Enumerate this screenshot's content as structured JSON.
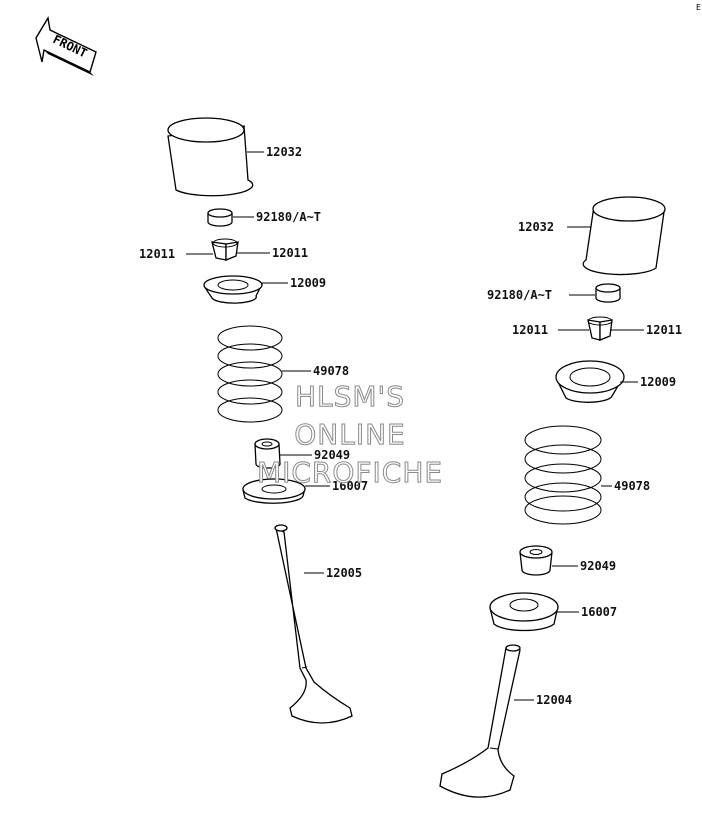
{
  "corner_mark": "E",
  "front_label": "FRONT",
  "watermark": [
    "HLSM'S",
    "ONLINE",
    "MICROFICHE"
  ],
  "left_assembly": {
    "tappet": "12032",
    "shim": "92180/A~T",
    "keeper_left": "12011",
    "keeper_right": "12011",
    "retainer": "12009",
    "spring": "49078",
    "stem_seal": "92049",
    "spring_seat": "16007",
    "valve": "12005"
  },
  "right_assembly": {
    "tappet": "12032",
    "shim": "92180/A~T",
    "keeper_left": "12011",
    "keeper_right": "12011",
    "retainer": "12009",
    "spring": "49078",
    "stem_seal": "92049",
    "spring_seat": "16007",
    "valve": "12004"
  }
}
